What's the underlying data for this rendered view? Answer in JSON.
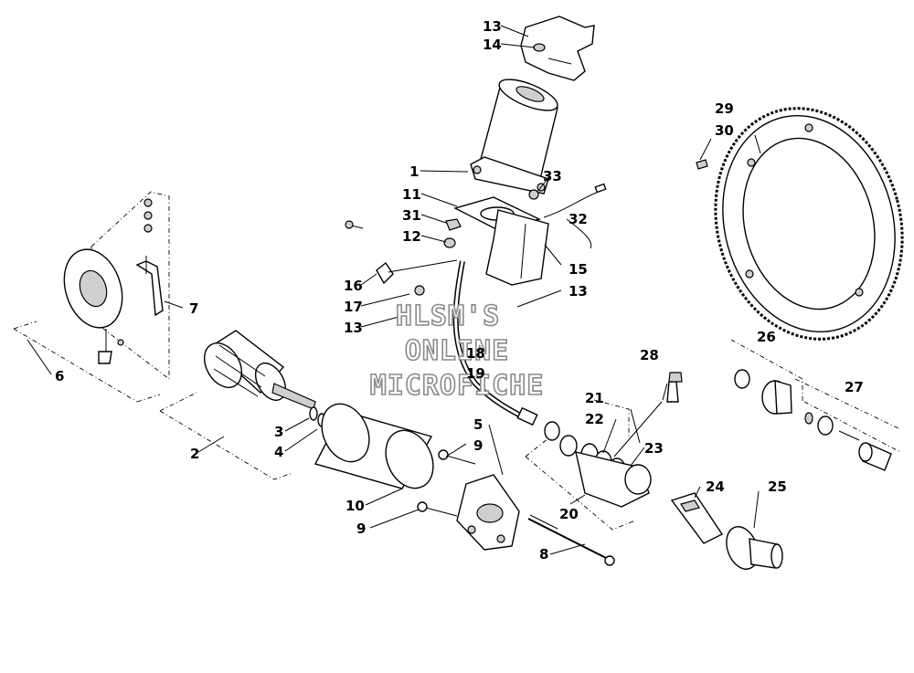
{
  "watermark": {
    "line1": "HLSM'S",
    "line2": "ONLINE",
    "line3": "MICROFICHE"
  },
  "callouts": [
    {
      "id": "c1",
      "text": "1"
    },
    {
      "id": "c2",
      "text": "2"
    },
    {
      "id": "c3",
      "text": "3"
    },
    {
      "id": "c4",
      "text": "4"
    },
    {
      "id": "c5",
      "text": "5"
    },
    {
      "id": "c6",
      "text": "6"
    },
    {
      "id": "c7",
      "text": "7"
    },
    {
      "id": "c8",
      "text": "8"
    },
    {
      "id": "c9a",
      "text": "9"
    },
    {
      "id": "c9b",
      "text": "9"
    },
    {
      "id": "c10",
      "text": "10"
    },
    {
      "id": "c11",
      "text": "11"
    },
    {
      "id": "c12",
      "text": "12"
    },
    {
      "id": "c13a",
      "text": "13"
    },
    {
      "id": "c13b",
      "text": "13"
    },
    {
      "id": "c13c",
      "text": "13"
    },
    {
      "id": "c14",
      "text": "14"
    },
    {
      "id": "c15",
      "text": "15"
    },
    {
      "id": "c16",
      "text": "16"
    },
    {
      "id": "c17",
      "text": "17"
    },
    {
      "id": "c18",
      "text": "18"
    },
    {
      "id": "c19",
      "text": "19"
    },
    {
      "id": "c20",
      "text": "20"
    },
    {
      "id": "c21",
      "text": "21"
    },
    {
      "id": "c22",
      "text": "22"
    },
    {
      "id": "c23",
      "text": "23"
    },
    {
      "id": "c24",
      "text": "24"
    },
    {
      "id": "c25",
      "text": "25"
    },
    {
      "id": "c26",
      "text": "26"
    },
    {
      "id": "c27",
      "text": "27"
    },
    {
      "id": "c28",
      "text": "28"
    },
    {
      "id": "c29",
      "text": "29"
    },
    {
      "id": "c30",
      "text": "30"
    },
    {
      "id": "c31",
      "text": "31"
    },
    {
      "id": "c32",
      "text": "32"
    },
    {
      "id": "c33",
      "text": "33"
    }
  ]
}
